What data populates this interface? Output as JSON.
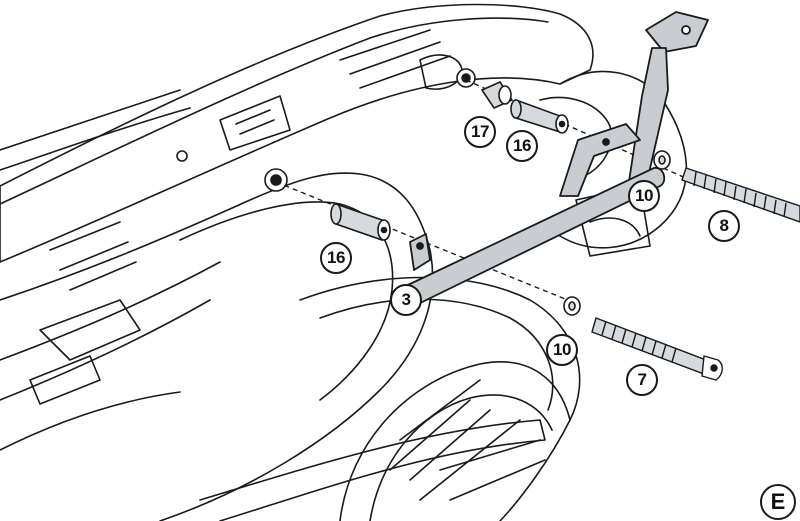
{
  "diagram": {
    "callouts": [
      {
        "id": "c17",
        "label": "17"
      },
      {
        "id": "c16a",
        "label": "16"
      },
      {
        "id": "c10a",
        "label": "10"
      },
      {
        "id": "c8",
        "label": "8"
      },
      {
        "id": "c16b",
        "label": "16"
      },
      {
        "id": "c3",
        "label": "3"
      },
      {
        "id": "c10b",
        "label": "10"
      },
      {
        "id": "c7",
        "label": "7"
      }
    ],
    "panel_letter": "E"
  },
  "colors": {
    "line": "#1a1a1a",
    "bracket_fill": "#c9cdd2",
    "part_fill": "#d6d9dd",
    "background": "#ffffff"
  }
}
